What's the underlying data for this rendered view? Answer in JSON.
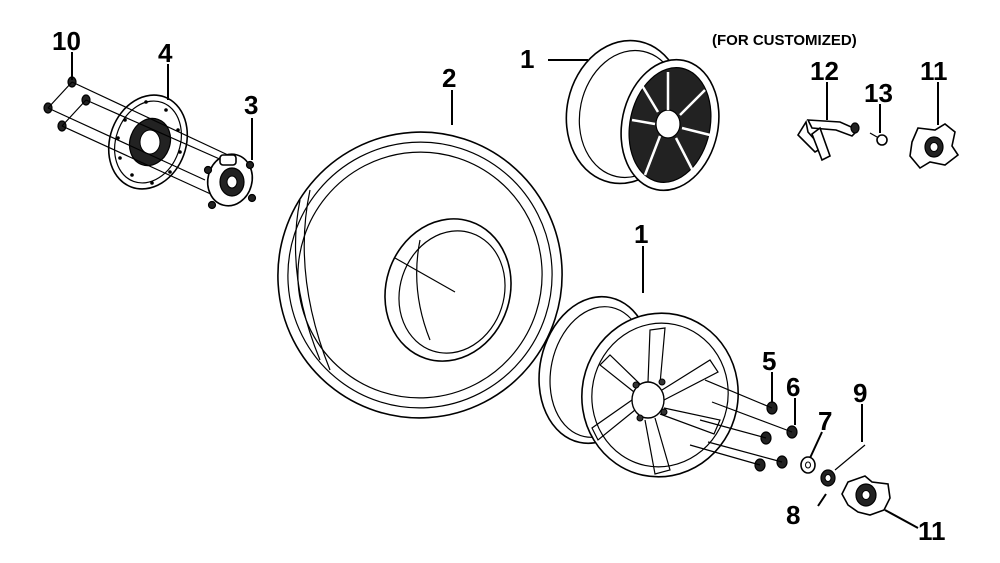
{
  "note": "(FOR CUSTOMIZED)",
  "callouts": {
    "c1_top": "1",
    "c1_bottom": "1",
    "c2": "2",
    "c3": "3",
    "c4": "4",
    "c5": "5",
    "c6": "6",
    "c7": "7",
    "c8": "8",
    "c9": "9",
    "c10": "10",
    "c11_top": "11",
    "c11_bottom": "11",
    "c12": "12",
    "c13": "13"
  }
}
